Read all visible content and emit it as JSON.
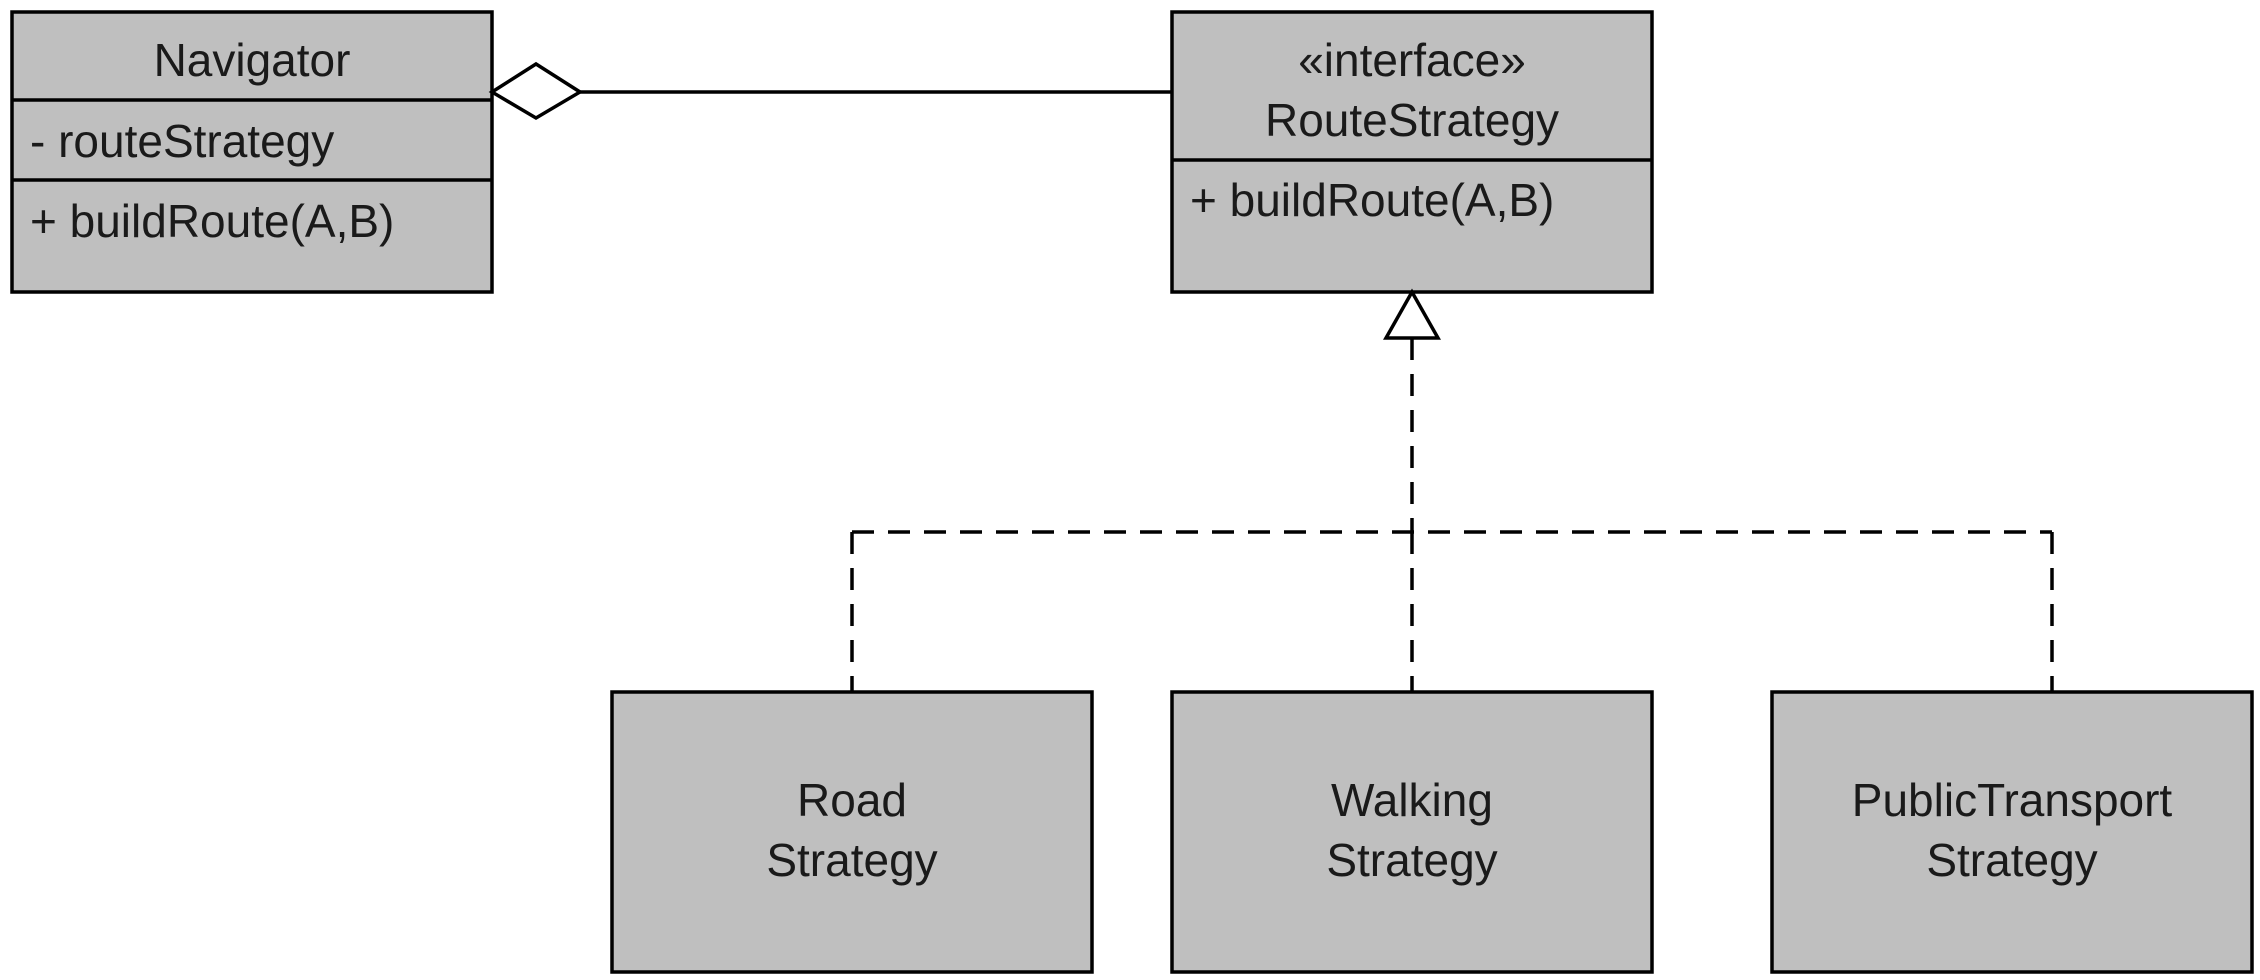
{
  "colors": {
    "box_fill": "#bfbfbf",
    "stroke": "#000000",
    "text": "#1a1a1a",
    "background": "#ffffff"
  },
  "navigator": {
    "name": "Navigator",
    "attribute": "- routeStrategy",
    "method": "+ buildRoute(A,B)"
  },
  "route_strategy": {
    "stereotype": "«interface»",
    "name": "RouteStrategy",
    "method": "+ buildRoute(A,B)"
  },
  "implementations": [
    {
      "line1": "Road",
      "line2": "Strategy"
    },
    {
      "line1": "Walking",
      "line2": "Strategy"
    },
    {
      "line1": "PublicTransport",
      "line2": "Strategy"
    }
  ],
  "relations": [
    {
      "type": "aggregation",
      "from": "Navigator",
      "to": "RouteStrategy"
    },
    {
      "type": "realization",
      "from": "Road Strategy",
      "to": "RouteStrategy"
    },
    {
      "type": "realization",
      "from": "Walking Strategy",
      "to": "RouteStrategy"
    },
    {
      "type": "realization",
      "from": "PublicTransport Strategy",
      "to": "RouteStrategy"
    }
  ]
}
